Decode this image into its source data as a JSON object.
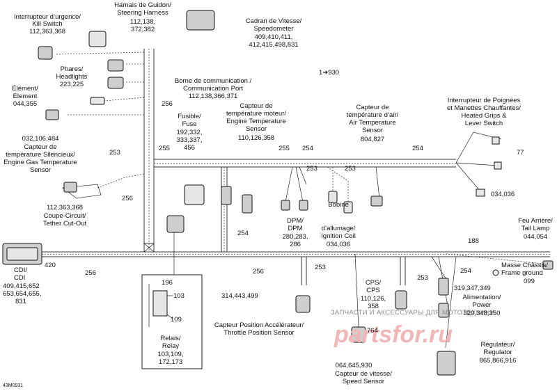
{
  "components": {
    "kill_switch": {
      "l1": "Interrupteur d’urgence/",
      "l2": "Kill Switch",
      "ref": "112,363,368"
    },
    "steering_harness": {
      "l1": "Harnais de Guidon/",
      "l2": "Steering Harness",
      "ref1": "112,138,",
      "ref2": "372,382"
    },
    "speedometer": {
      "l1": "Cadran de Vitesse/",
      "l2": "Speedometer",
      "ref1": "409,410,411,",
      "ref2": "412,415,498,831"
    },
    "headlights": {
      "l1": "Phares/",
      "l2": "Headlights",
      "ref": "223,225"
    },
    "element": {
      "l1": "Élément/",
      "l2": "Element",
      "ref": "044,355"
    },
    "gas_temp_sensor": {
      "ref": "032,106,484",
      "l1": "Capteur de",
      "l2": "température Silencieux/",
      "l3": "Engine Gas Temperature",
      "l4": "Sensor"
    },
    "tether_cutout": {
      "ref": "112,363,368",
      "l1": "Coupe-Circuit/",
      "l2": "Tether Cut-Out"
    },
    "comm_port": {
      "l1": "Borne de communication /",
      "l2": "Communication Port",
      "ref": "112,138,366,371"
    },
    "fuse": {
      "l1": "Fusible/",
      "l2": "Fuse",
      "ref1": "192,332,",
      "ref2": "333,337,",
      "ref3": "456"
    },
    "engine_temp_sensor": {
      "l1": "Capteur de",
      "l2": "température moteur/",
      "l3": "Engine Temperature",
      "l4": "Sensor",
      "ref": "110,126,358"
    },
    "air_temp_sensor": {
      "l1": "Capteur de",
      "l2": "température d’air/",
      "l3": "Air Temperature",
      "l4": "Sensor",
      "ref": "804,827"
    },
    "heated_grips": {
      "l1": "Interrupteur de Poignées",
      "l2": "et Manettes Chauffantes/",
      "l3": "Heated Grips &",
      "l4": "Lever Switch",
      "ref": "034,036"
    },
    "dpm": {
      "l1": "DPM/",
      "l2": "DPM",
      "ref1": "280,283,",
      "ref2": "286"
    },
    "ignition_coil": {
      "l1": "Bobine",
      "l2": "d’allumage/",
      "l3": "Ignition Coil",
      "ref": "034,036"
    },
    "tail_lamp": {
      "l1": "Feu Arrière/",
      "l2": "Tail Lamp",
      "ref": "044,054"
    },
    "cdi": {
      "l1": "CDI/",
      "l2": "CDI",
      "ref1": "409,415,652",
      "ref2": "653,654,655,",
      "ref3": "831"
    },
    "frame_ground": {
      "l1": "Masse Châssis/",
      "l2": "Frame ground",
      "ref": "099"
    },
    "cps": {
      "l1": "CPS/",
      "l2": "CPS",
      "ref1": "110,126,",
      "ref2": "358"
    },
    "power": {
      "ref0": "319,347,349",
      "l1": "Alimentation/",
      "l2": "Power",
      "ref": "320,348,350"
    },
    "relay": {
      "l1": "Relais/",
      "l2": "Relay",
      "ref1": "103,109,",
      "ref2": "172,173",
      "n1": "196",
      "n2": "103",
      "n3": "109"
    },
    "throttle_sensor": {
      "ref": "314,443,499",
      "l1": "Capteur Position Accélérateur/",
      "l2": "Throttle Position Sensor"
    },
    "regulator": {
      "l1": "Régulateur/",
      "l2": "Regulator",
      "ref": "865,866,916"
    },
    "speed_sensor": {
      "ref": "064,645,930",
      "l1": "Capteur de vitesse/",
      "l2": "Speed Sensor"
    }
  },
  "callouts": {
    "c930": "1➔930",
    "c256a": "256",
    "c253a": "253",
    "c255a": "255",
    "c255b": "255",
    "c254a": "254",
    "c256b": "256",
    "c253b": "253",
    "c253c": "253",
    "c77": "77",
    "c254b": "254",
    "c188": "188",
    "c420": "420",
    "c256c": "256",
    "c256d": "256",
    "c253d": "253",
    "c253e": "253",
    "c254c": "254",
    "c764": "764",
    "c254d": "254"
  },
  "watermark": {
    "line1": "ЗАПЧАСТИ И АКСЕССУАРЫ ДЛЯ МОТОТЕХНИКИ",
    "line2": "partsfor.ru"
  },
  "figure_code": "43M0931"
}
